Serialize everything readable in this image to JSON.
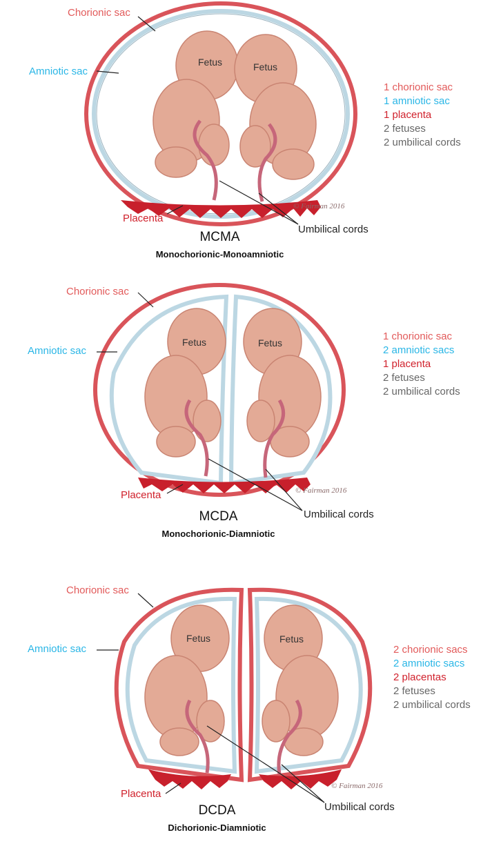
{
  "panels": [
    {
      "labels": {
        "chorionic": "Chorionic sac",
        "amniotic": "Amniotic sac",
        "placenta": "Placenta",
        "cords": "Umbilical cords",
        "fetus_left": "Fetus",
        "fetus_right": "Fetus",
        "signature": "© Fairman 2016"
      },
      "abbr": "MCMA",
      "full_name": "Monochorionic-Monoamniotic",
      "legend": {
        "chorionic": "1 chorionic sac",
        "amniotic": "1 amniotic sac",
        "placenta": "1 placenta",
        "fetuses": "2 fetuses",
        "cords": "2 umbilical cords"
      }
    },
    {
      "labels": {
        "chorionic": "Chorionic sac",
        "amniotic": "Amniotic sac",
        "placenta": "Placenta",
        "cords": "Umbilical cords",
        "fetus_left": "Fetus",
        "fetus_right": "Fetus",
        "signature": "© Fairman 2016"
      },
      "abbr": "MCDA",
      "full_name": "Monochorionic-Diamniotic",
      "legend": {
        "chorionic": "1 chorionic sac",
        "amniotic": "2 amniotic sacs",
        "placenta": "1 placenta",
        "fetuses": "2 fetuses",
        "cords": "2 umbilical cords"
      }
    },
    {
      "labels": {
        "chorionic": "Chorionic sac",
        "amniotic": "Amniotic sac",
        "placenta": "Placenta",
        "cords": "Umbilical cords",
        "fetus_left": "Fetus",
        "fetus_right": "Fetus",
        "signature": "© Fairman 2016"
      },
      "abbr": "DCDA",
      "full_name": "Dichorionic-Diamniotic",
      "legend": {
        "chorionic": "2 chorionic sacs",
        "amniotic": "2 amniotic sacs",
        "placenta": "2 placentas",
        "fetuses": "2 fetuses",
        "cords": "2 umbilical cords"
      }
    }
  ],
  "colors": {
    "chorion": "#d9545a",
    "amnion": "#bcd7e3",
    "placenta": "#c8202c",
    "skin": "#e3aa96",
    "skin_shade": "#c98472",
    "label_chorionic": "#e25a5a",
    "label_amniotic": "#2ab6e6",
    "label_placenta": "#d0212c",
    "label_grey": "#666666"
  }
}
